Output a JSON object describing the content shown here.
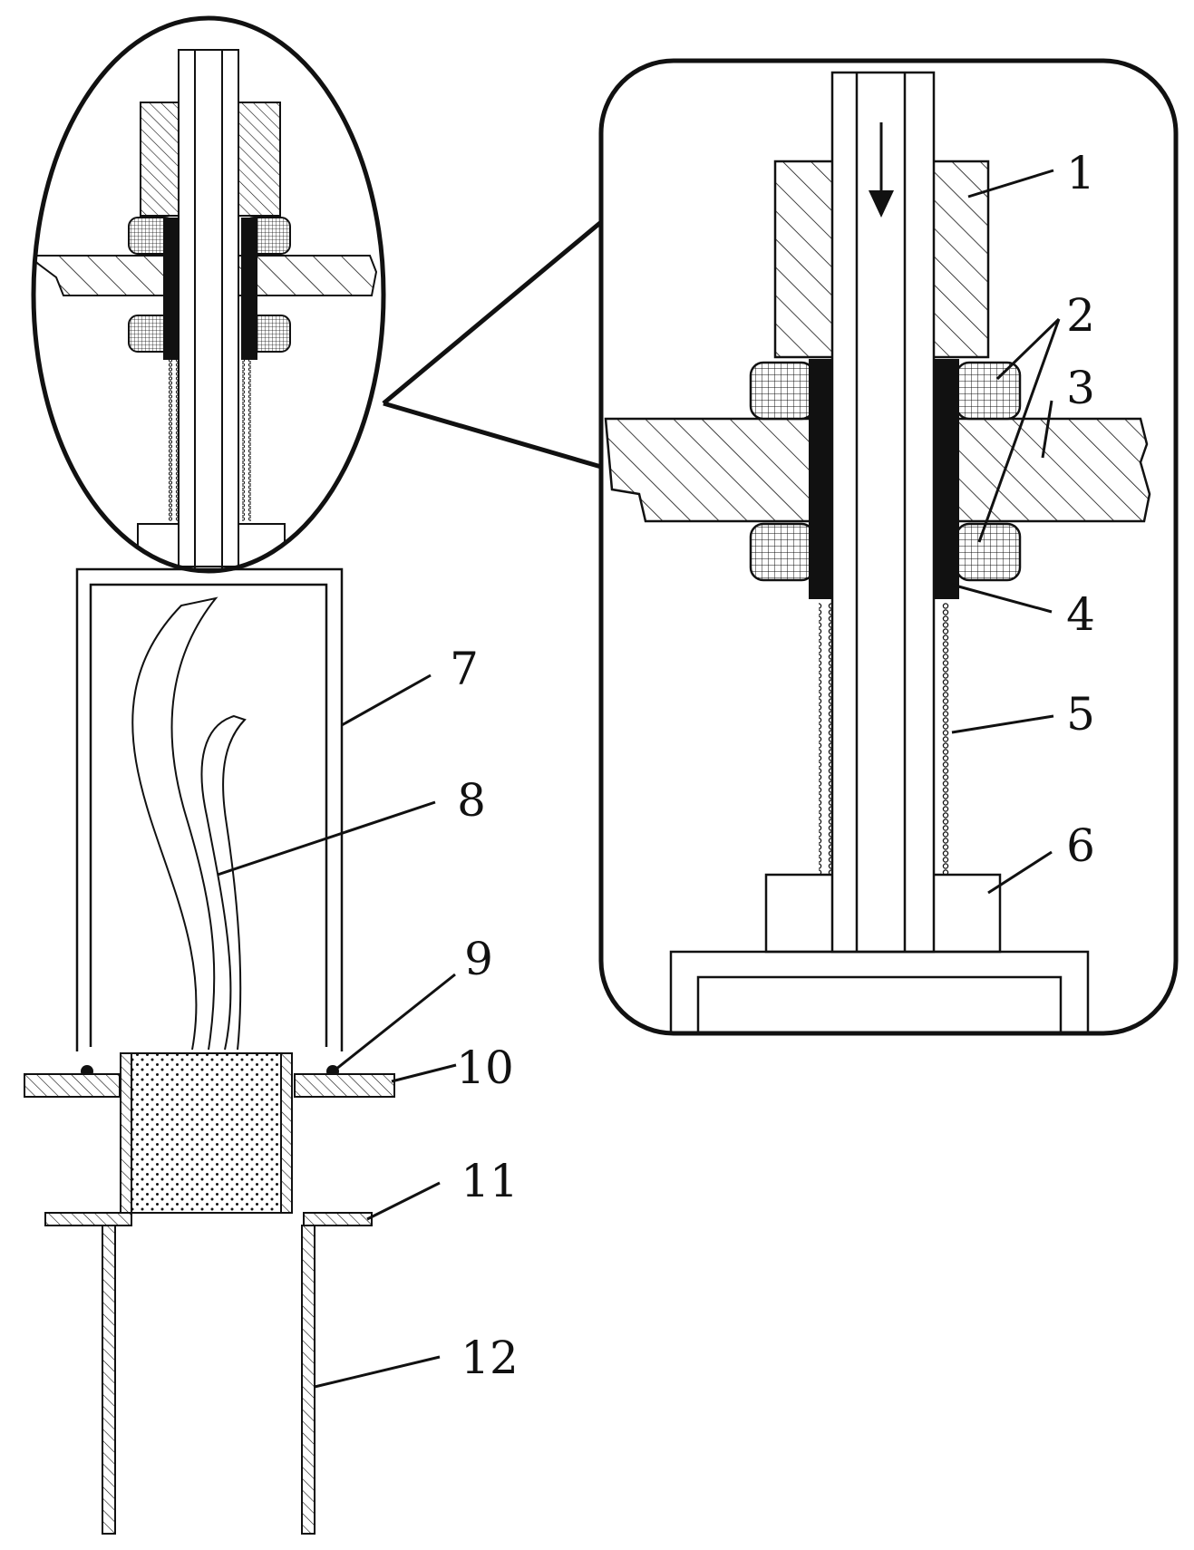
{
  "figure": {
    "colors": {
      "line": "#111111",
      "background": "#ffffff",
      "seal": "#111111"
    },
    "labels": [
      {
        "id": "n1",
        "text": "1"
      },
      {
        "id": "n2",
        "text": "2"
      },
      {
        "id": "n3",
        "text": "3"
      },
      {
        "id": "n4",
        "text": "4"
      },
      {
        "id": "n5",
        "text": "5"
      },
      {
        "id": "n6",
        "text": "6"
      },
      {
        "id": "n7",
        "text": "7"
      },
      {
        "id": "n8",
        "text": "8"
      },
      {
        "id": "n9",
        "text": "9"
      },
      {
        "id": "n10",
        "text": "10"
      },
      {
        "id": "n11",
        "text": "11"
      },
      {
        "id": "n12",
        "text": "12"
      }
    ],
    "flow_arrow": "down-arrow-icon"
  }
}
